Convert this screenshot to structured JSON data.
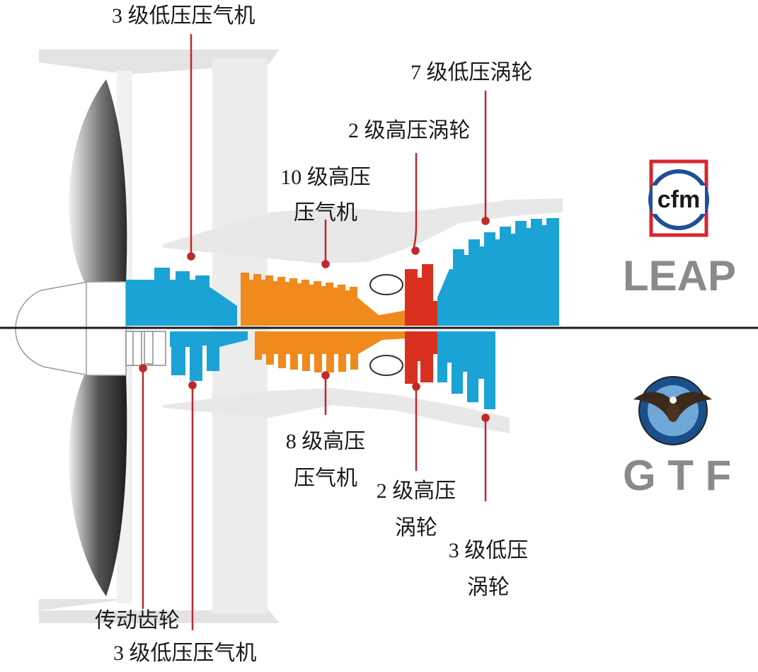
{
  "labels": {
    "top_lpc": "3 级低压压气机",
    "top_lpt": "7 级低压涡轮",
    "top_hpt": "2 级高压涡轮",
    "top_hpc_line1": "10 级高压",
    "top_hpc_line2": "压气机",
    "bottom_hpc_line1": "8 级高压",
    "bottom_hpc_line2": "压气机",
    "bottom_hpt_line1": "2 级高压",
    "bottom_hpt_line2": "涡轮",
    "bottom_lpt_line1": "3 级低压",
    "bottom_lpt_line2": "涡轮",
    "gear": "传动齿轮",
    "bottom_lpc": "3 级低压压气机"
  },
  "brands": {
    "cfm_logo_text": "cfm",
    "leap": "LEAP",
    "gtf": "G T F"
  },
  "icons": {
    "cfm": "cfm-logo-icon",
    "pw": "eagle-seal-icon"
  },
  "colors": {
    "lp_spool": "#1ba3d6",
    "hp_compressor": "#f08a1c",
    "hp_turbine": "#d9301f",
    "leader_line": "#c0282a",
    "casing": "#e3e3e3",
    "brand_gray": "#8a8a8a",
    "cfm_red": "#d8262e",
    "cfm_blue": "#1e4f9c"
  }
}
